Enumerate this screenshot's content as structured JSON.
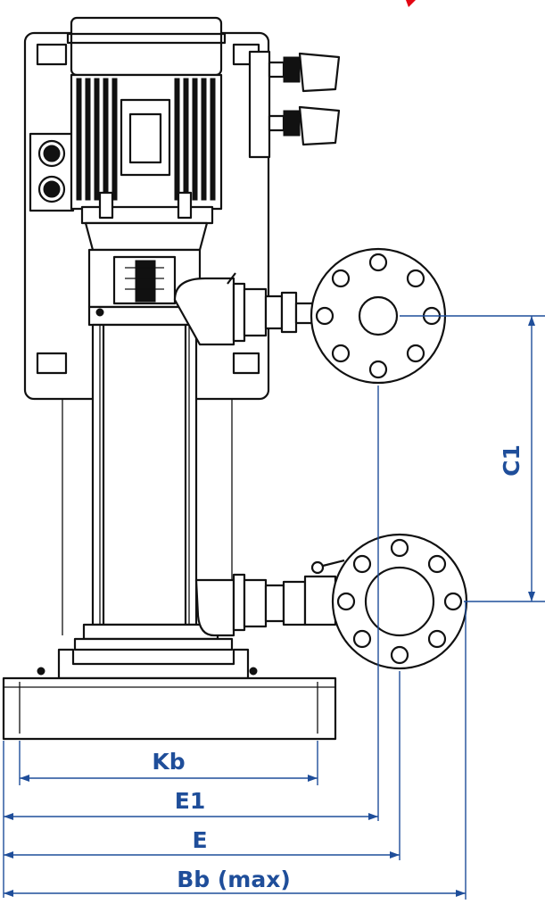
{
  "colors": {
    "dimension": "#1f4e9a",
    "line": "#111111",
    "background": "#ffffff",
    "accent_mark": "#e30613"
  },
  "dimensions": {
    "kb": "Kb",
    "e1": "E1",
    "e": "E",
    "bb": "Bb (max)",
    "c1": "C1"
  }
}
